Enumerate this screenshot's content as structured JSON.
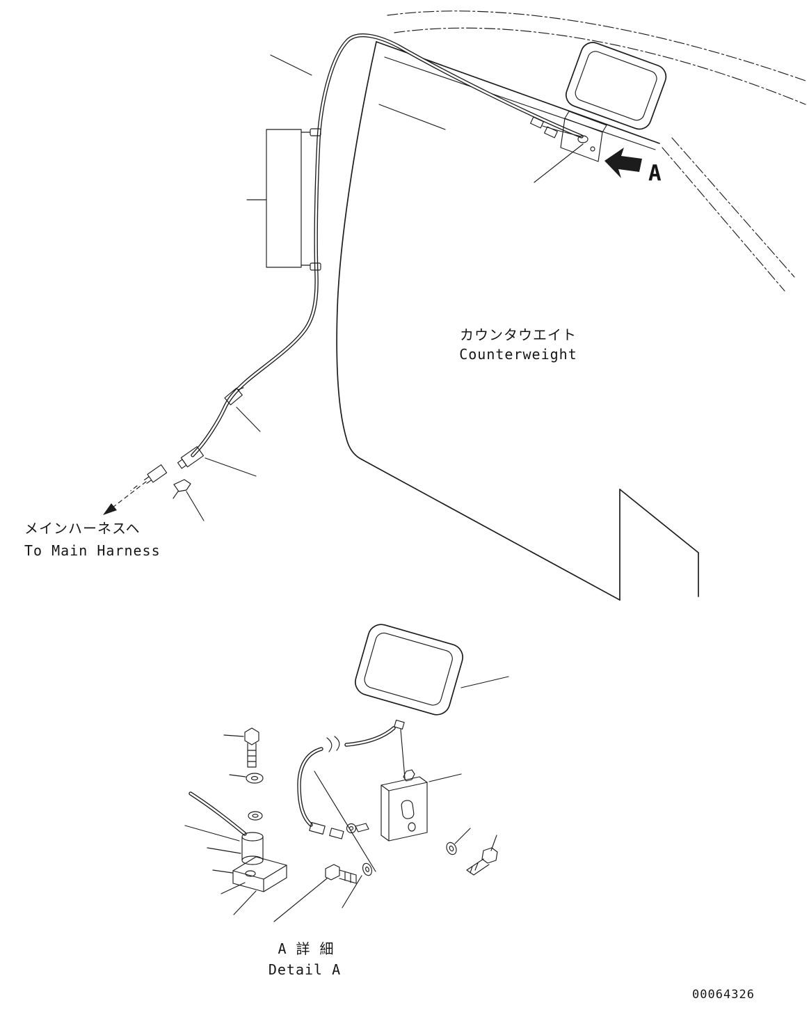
{
  "page": {
    "background": "#ffffff",
    "ink": "#1c1c1c",
    "drawing_number": "00064326"
  },
  "counterweight": {
    "label_jp": "カウンタウエイト",
    "label_en": "Counterweight"
  },
  "main_harness": {
    "label_jp": "メインハーネスヘ",
    "label_en": "To Main Harness"
  },
  "detail": {
    "label_jp": "A 詳 細",
    "label_en": "Detail A"
  },
  "view": {
    "arrow_label": "A"
  }
}
